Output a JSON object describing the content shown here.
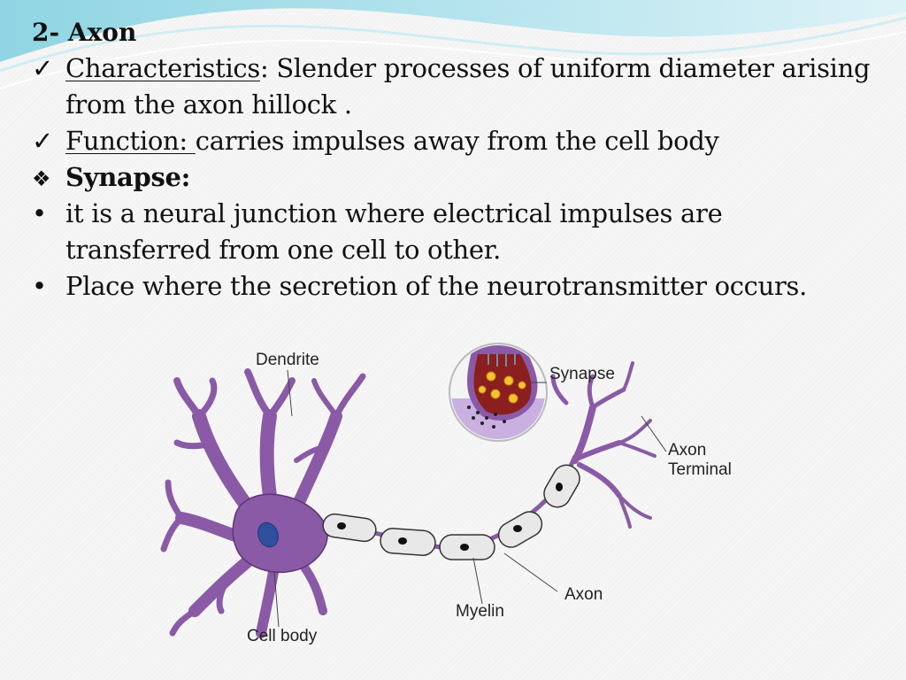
{
  "slide": {
    "heading": "2- Axon",
    "characteristics_term": "Characteristics",
    "characteristics_text": ": Slender processes of uniform diameter arising",
    "characteristics_cont": "from the axon hillock .",
    "function_term": "Function: ",
    "function_text": "carries impulses away from the cell body",
    "synapse_heading": "Synapse:",
    "bullet1_line1": "it is  a neural junction where electrical impulses are",
    "bullet1_line2": "transferred from one cell to other.",
    "bullet2": "Place where the secretion of the neurotransmitter occurs.",
    "markers": {
      "check": "✓",
      "diamond": "❖",
      "bullet": "•"
    }
  },
  "diagram": {
    "labels": {
      "dendrite": "Dendrite",
      "synapse": "Synapse",
      "axon_terminal_1": "Axon",
      "axon_terminal_2": "Terminal",
      "axon": "Axon",
      "myelin": "Myelin",
      "cell_body": "Cell body"
    },
    "colors": {
      "neuron": "#8a5aa6",
      "neuron_dark": "#5d3478",
      "nucleus": "#2f4f9e",
      "myelin": "#e6e6e6",
      "synapse_bulb": "#8b1e1e",
      "vesicle": "#f2c230",
      "receptor_zone": "#c9b0e0"
    }
  }
}
